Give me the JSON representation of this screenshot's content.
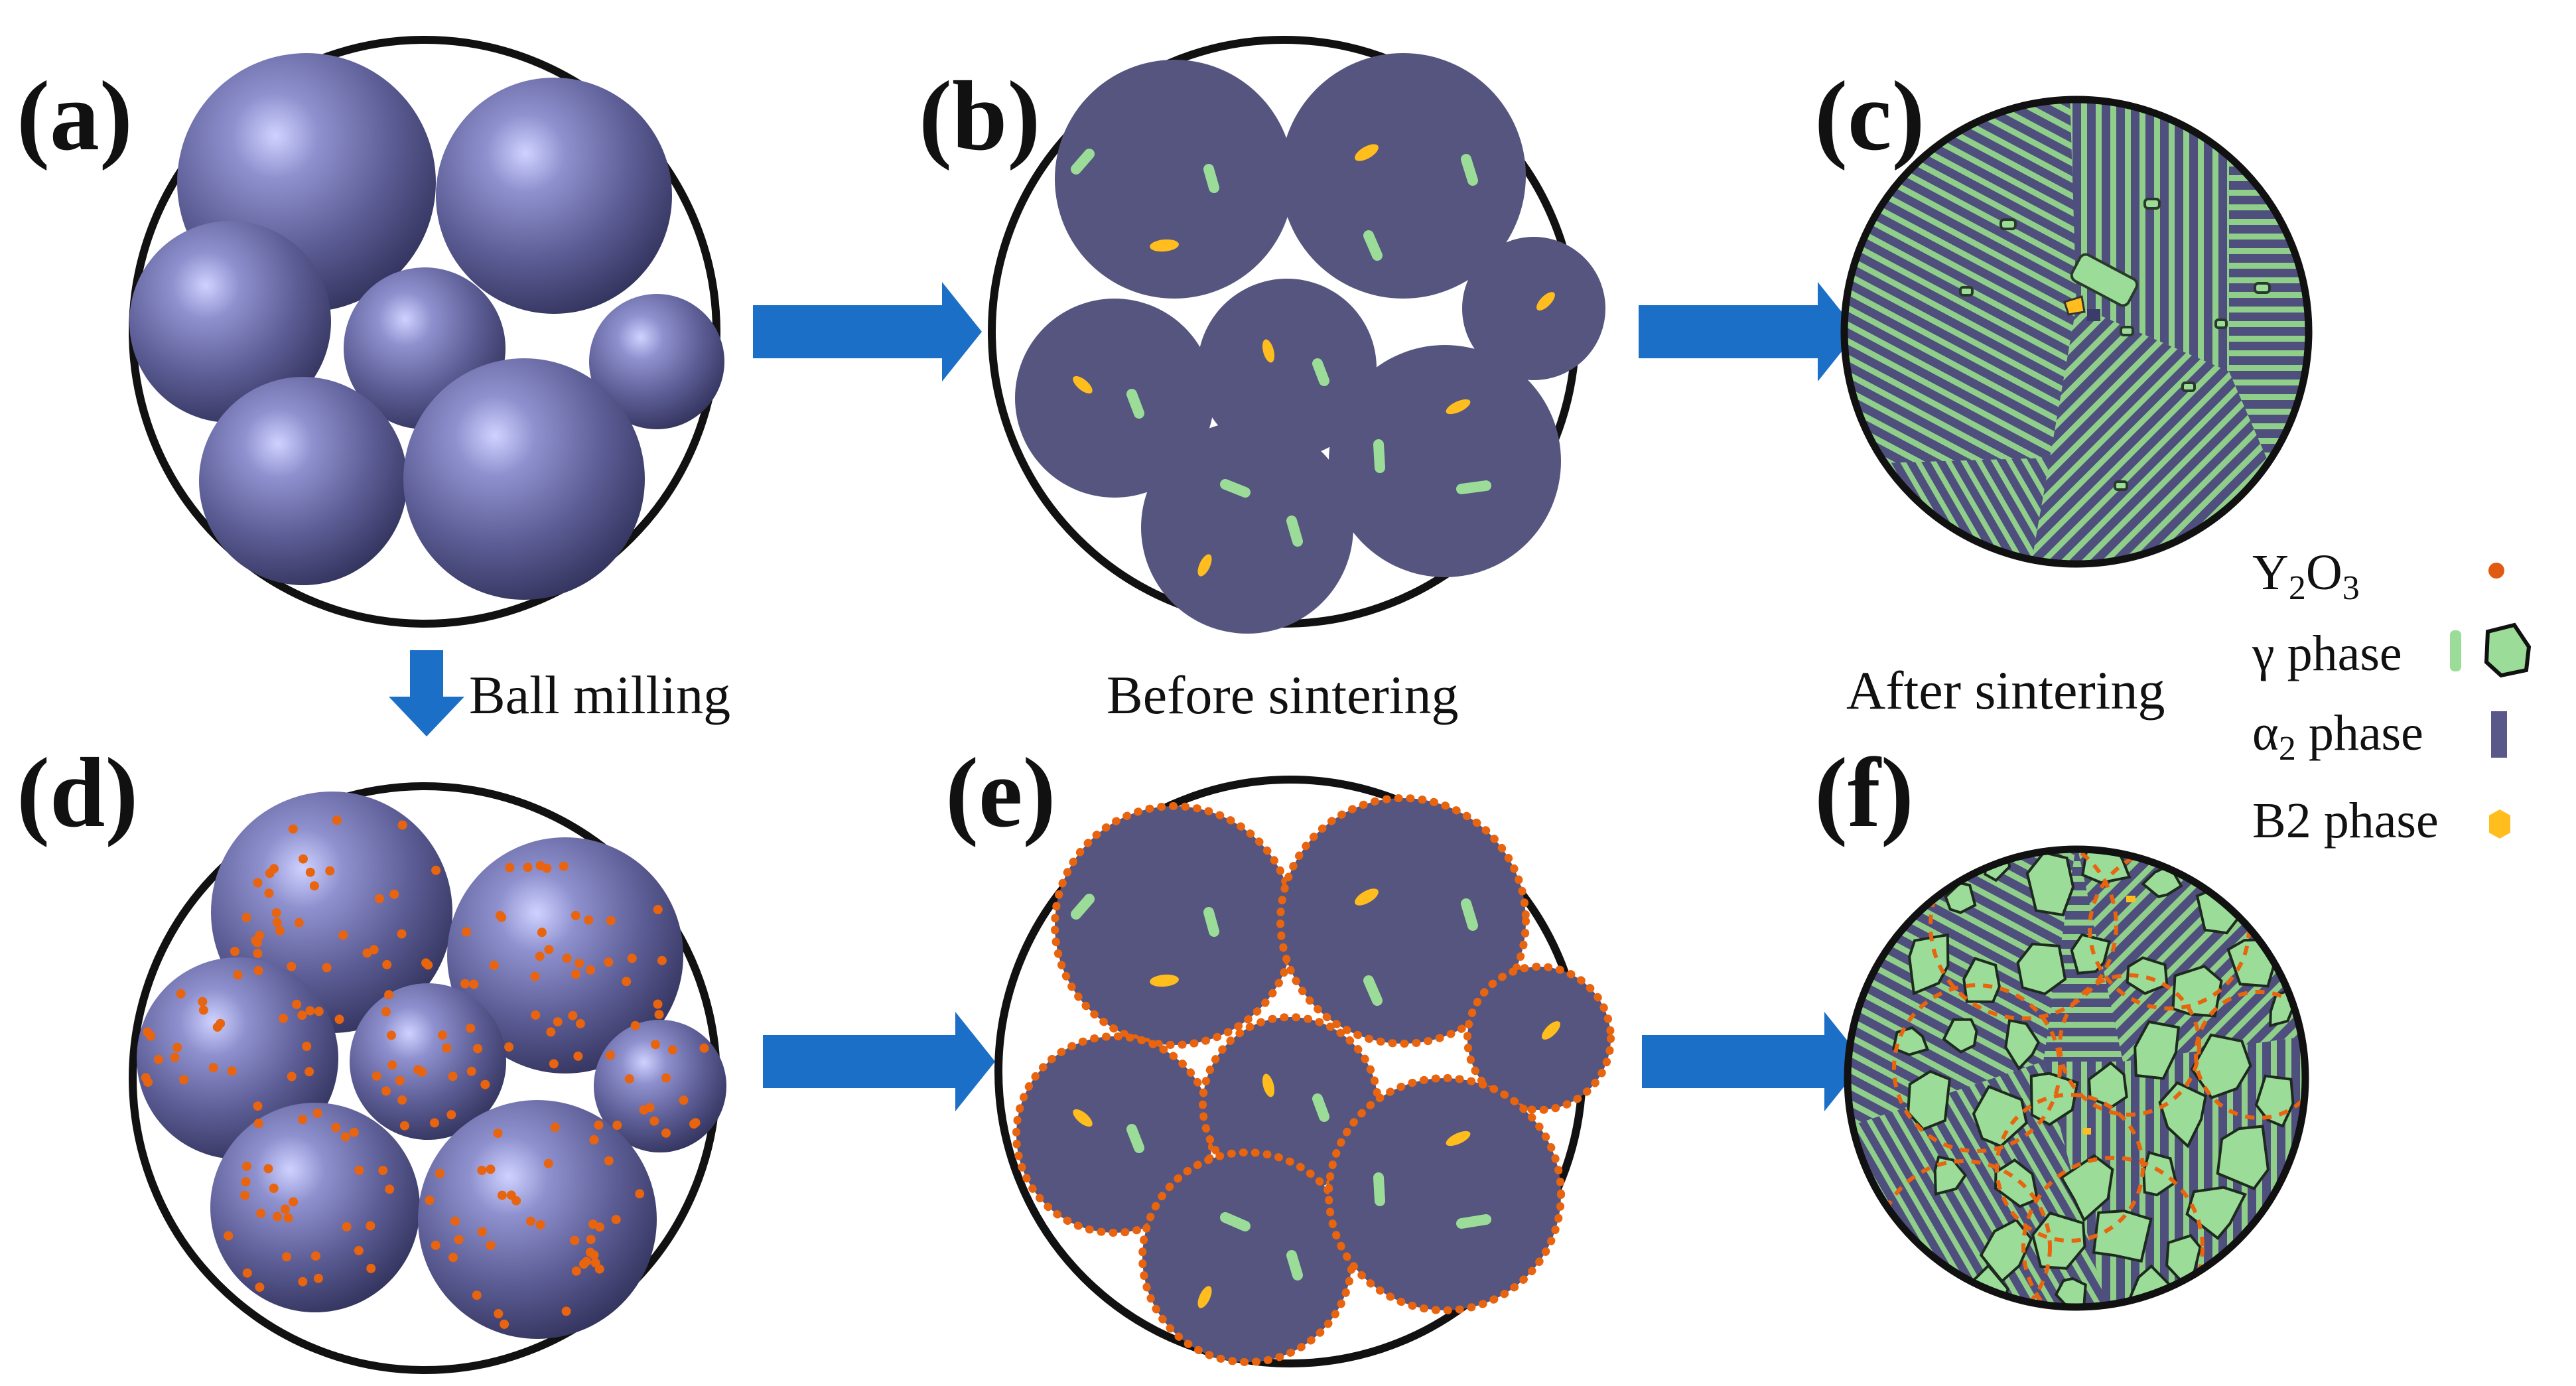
{
  "panels": {
    "a": "(a)",
    "b": "(b)",
    "c": "(c)",
    "d": "(d)",
    "e": "(e)",
    "f": "(f)"
  },
  "captions": {
    "ball_milling": "Ball milling",
    "before_sintering": "Before sintering",
    "after_sintering": "After sintering"
  },
  "legend": {
    "y2o3": {
      "main": "Y",
      "sub1": "2",
      "mid": "O",
      "sub2": "3",
      "color": "#e05a10",
      "icon": "dot"
    },
    "gamma": {
      "label": "γ phase",
      "color": "#9bdd98",
      "icon": "rod-and-grain"
    },
    "alpha2": {
      "main": "α",
      "sub": "2",
      "rest": " phase",
      "color": "#5a5888",
      "icon": "bar"
    },
    "b2": {
      "label": "B2 phase",
      "color": "#ffbe1e",
      "icon": "hexagon"
    }
  },
  "colors": {
    "matrix": "#55557f",
    "sphere_highlight": "#c5c8ff",
    "sphere_shadow": "#2e2e55",
    "arrow": "#1b6fc7",
    "oxide": "#e8640f",
    "gamma": "#9bdd98",
    "b2": "#ffbe1e",
    "outline": "#111111"
  }
}
